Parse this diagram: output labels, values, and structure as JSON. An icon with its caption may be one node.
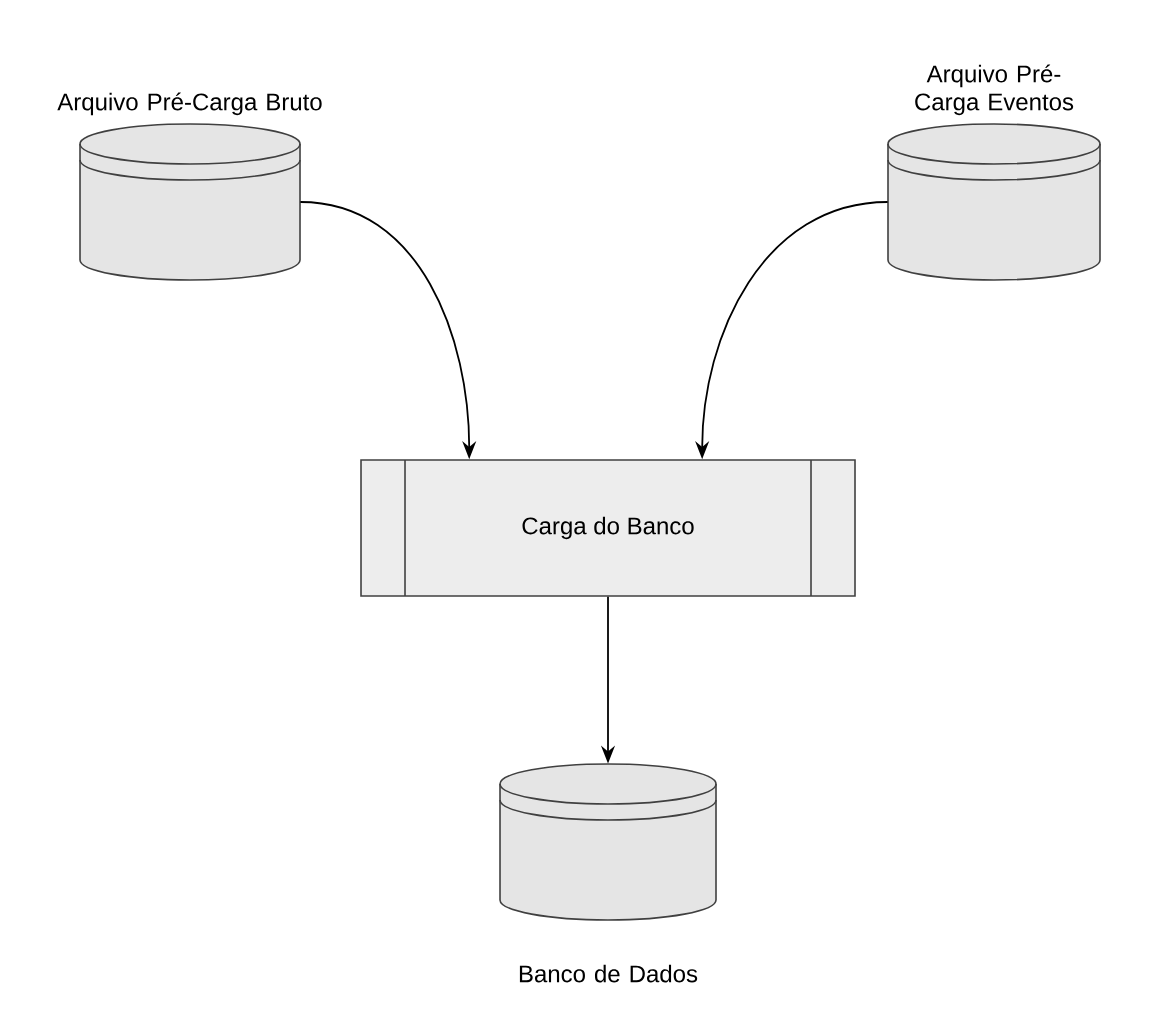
{
  "diagram": {
    "nodes": [
      {
        "text": [
          "Arquivo Pré-Carga Bruto"
        ]
      },
      {
        "text": [
          "Arquivo Pré-Carga Eventos"
        ]
      },
      {
        "text": [
          "Carga do Banco"
        ]
      },
      {
        "text": [
          "Banco de Dados"
        ]
      }
    ],
    "edges": [
      {
        "from": 0,
        "to": 2,
        "arrow": "to"
      },
      {
        "from": 1,
        "to": 2,
        "arrow": "to"
      },
      {
        "from": 2,
        "to": 3,
        "arrow": "to"
      }
    ]
  }
}
